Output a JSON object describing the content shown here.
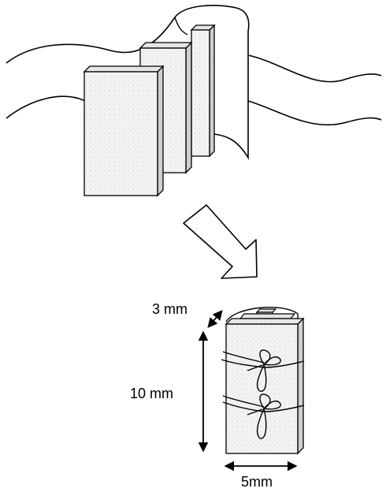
{
  "diagram": {
    "labels": {
      "thickness": "3 mm",
      "height": "10 mm",
      "width": "5mm"
    },
    "colors": {
      "stroke": "#000000",
      "block_face": "#f2f2f2",
      "block_side": "#cfcfcf",
      "block_top": "#e6e6e6",
      "arrow_fill": "#ffffff",
      "background": "#ffffff"
    },
    "elements": [
      "tissue-sheet",
      "tissue-blocks",
      "process-arrow",
      "assembled-stack",
      "tied-strings",
      "dimension-arrows"
    ]
  }
}
